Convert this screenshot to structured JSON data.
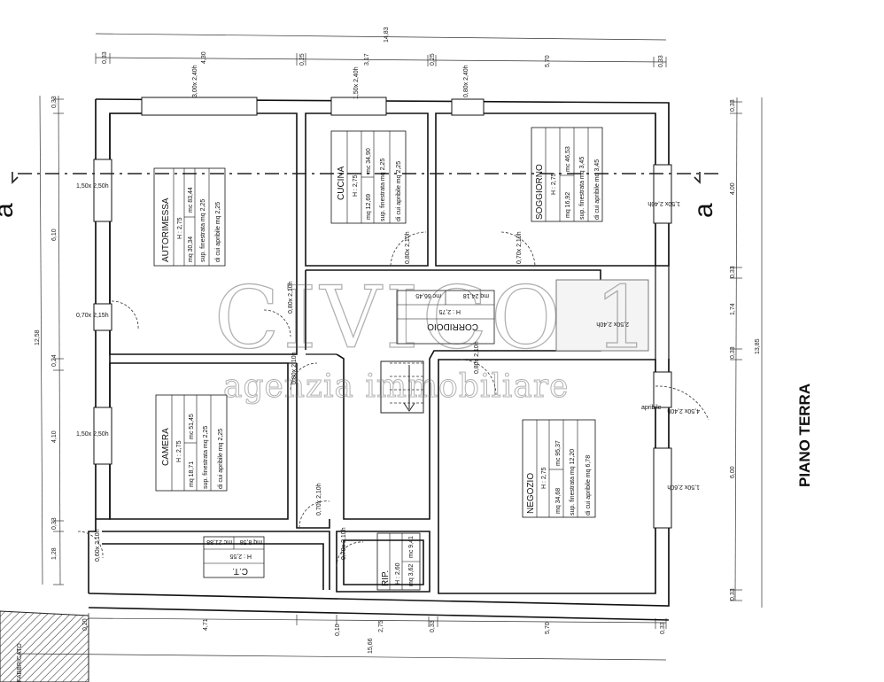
{
  "floor_title": "PIANO TERRA",
  "section_marker": "a",
  "watermark": {
    "name": "CIVICO 1",
    "subtitle": "agenzia immobiliare"
  },
  "neighbor_label": "FABBRICATO",
  "rooms": {
    "autorimessa": {
      "name": "AUTORIMESSA",
      "height": "H : 2,75",
      "area_net": "mq 30,34",
      "area_gross": "mc 83,44",
      "window": "sup. finestrata mq 2,25",
      "openable": "di cui apribile mq 2,25"
    },
    "cucina": {
      "name": "CUCINA",
      "height": "H : 2,75",
      "area_net": "mq 12,69",
      "area_gross": "mc 34,90",
      "window": "sup. finestrata mq 2,25",
      "openable": "di cui apribile mq 2,25"
    },
    "soggiorno": {
      "name": "SOGGIORNO",
      "height": "H : 2,75",
      "area_net": "mq 16,92",
      "area_gross": "mc 46,53",
      "window": "sup. finestrata mq 3,45",
      "openable": "di cui apribile mq 3,45"
    },
    "corridoio": {
      "name": "CORRIDOIO",
      "height": "H : 2,75",
      "area_net": "mq 24,18",
      "area_gross": "mc 66,45"
    },
    "camera": {
      "name": "CAMERA",
      "height": "H : 2,75",
      "area_net": "mq 18,71",
      "area_gross": "mc 51,45",
      "window": "sup. finestrata mq 2,25",
      "openable": "di cui apribile mq 2,25"
    },
    "negozio": {
      "name": "NEGOZIO",
      "height": "H : 2,75",
      "area_net": "mq 34,68",
      "area_gross": "mc 95,37",
      "window": "sup. finestrata mq 12,20",
      "openable": "di cui apribile mq 6,78"
    },
    "ct": {
      "name": "C.T.",
      "height": "H : 2,55",
      "area_net": "mq 8,58",
      "area_gross": "mc 21,88"
    },
    "rip": {
      "name": "RIP.",
      "height": "H : 2,60",
      "area_net": "mq 3,62",
      "area_gross": "mc 9,41"
    }
  },
  "dimensions": {
    "top_total": "14,83",
    "top": [
      "0,33",
      "4,30",
      "0,25",
      "3,17",
      "0,25",
      "5,70",
      "0,33"
    ],
    "bottom_total": "15,66",
    "bottom": [
      "0,20",
      "4,71",
      "0,10",
      "2,75",
      "0,33",
      "5,70",
      "0,33"
    ],
    "left_total": "12,58",
    "left": [
      "0,33",
      "6,10",
      "0,24",
      "4,10",
      "0,33",
      "1,28"
    ],
    "right_total": "13,85",
    "right": [
      "0,33",
      "4,00",
      "0,33",
      "1,74",
      "0,33",
      "6,00",
      "0,33"
    ]
  },
  "openings": {
    "win_top_1": "3,00x 2,40h",
    "win_top_2": "1,50x 2,40h",
    "win_top_3": "0,80x 2,40h",
    "win_left_1": "1,50x 2,50h",
    "win_left_2": "0,70x 2,15h",
    "win_left_3": "1,50x 2,50h",
    "win_right_1": "1,50x 2,40h",
    "win_right_2": "2,50x 2,40h",
    "win_right_3": "4,50x 2,40h",
    "door_neg": "apribile",
    "door_ent": "1,50x 2,60h",
    "door_1": "0,80x 2,10h",
    "door_2": "0,70x 2,10h",
    "door_3": "0,80x 2,10h",
    "door_4": "0,80x 2,10h",
    "door_5": "0,70x 2,10h",
    "door_6": "0,70x 2,10h",
    "door_7": "0,80x 2,10h",
    "door_8": "0,60x 2,10h"
  }
}
